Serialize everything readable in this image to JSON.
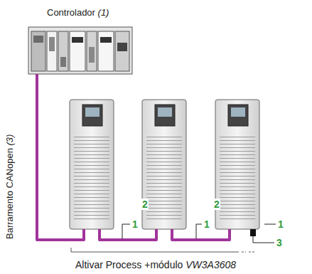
{
  "diagram": {
    "labels": [
      "Controlador",
      "(1)",
      "Barramento CANopen",
      "(3)",
      "2",
      "1",
      "2",
      "1",
      "1",
      "3",
      "Altivar Process +módulo",
      "VW3A3608"
    ]
  }
}
